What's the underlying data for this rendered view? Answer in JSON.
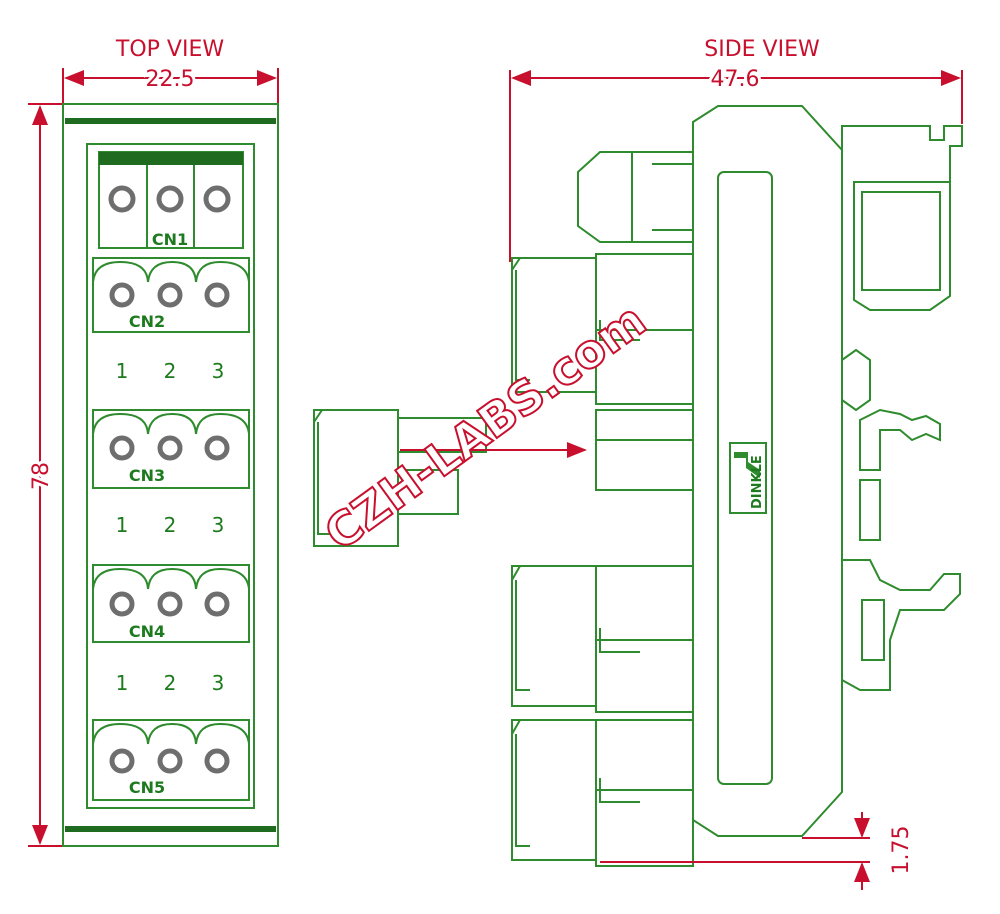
{
  "top_view": {
    "title": "TOP VIEW",
    "width_dim": "22.5",
    "height_dim": "78",
    "connectors": [
      {
        "label": "CN1"
      },
      {
        "label": "CN2"
      },
      {
        "label": "CN3"
      },
      {
        "label": "CN4"
      },
      {
        "label": "CN5"
      }
    ],
    "pin_rows": [
      [
        "1",
        "2",
        "3"
      ],
      [
        "1",
        "2",
        "3"
      ],
      [
        "1",
        "2",
        "3"
      ]
    ]
  },
  "side_view": {
    "title": "SIDE VIEW",
    "width_dim": "47.6",
    "offset_dim": "1.75",
    "brand": "DINKLE"
  },
  "watermark": "CZH-LABS.com",
  "colors": {
    "outline": "#2e8b2e",
    "dimension": "#c8102e"
  }
}
